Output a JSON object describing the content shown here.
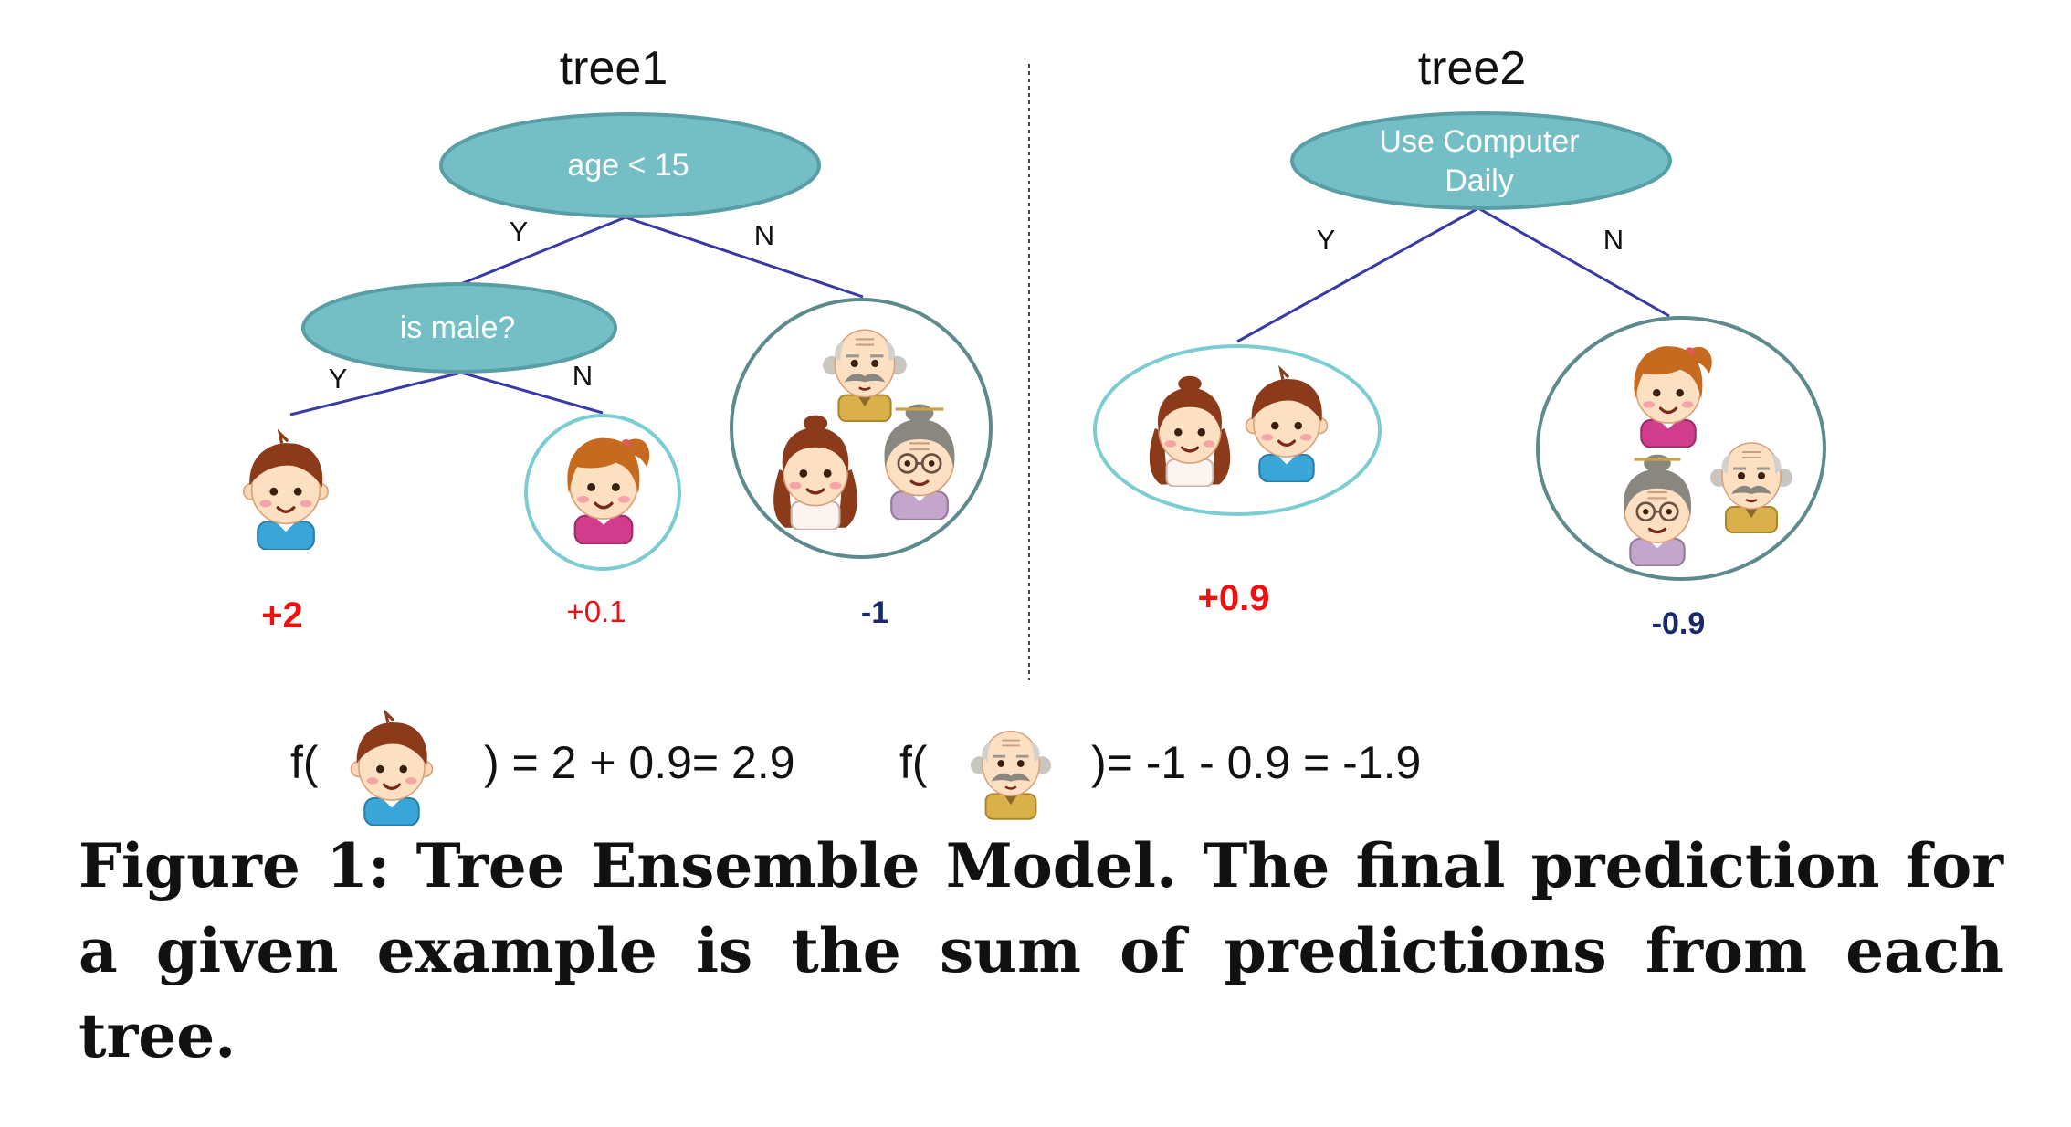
{
  "tree1": {
    "title": "tree1",
    "root": "age < 15",
    "root_yes": "Y",
    "root_no": "N",
    "child": "is male?",
    "child_yes": "Y",
    "child_no": "N",
    "leaves": [
      "+2",
      "+0.1",
      "-1"
    ]
  },
  "tree2": {
    "title": "tree2",
    "root_line1": "Use Computer",
    "root_line2": "Daily",
    "root_yes": "Y",
    "root_no": "N",
    "leaves": [
      "+0.9",
      "-0.9"
    ]
  },
  "formulas": {
    "boy_prefix": "f(",
    "boy_result": ") = 2 + 0.9= 2.9",
    "grandpa_prefix": "f(",
    "grandpa_result": ")= -1 - 0.9 = -1.9"
  },
  "caption": "Figure 1: Tree Ensemble Model. The final prediction for a given example is the sum of predictions from each tree.",
  "colors": {
    "node_fill": "#74bfc6",
    "node_stroke": "#5a9ea5",
    "edge": "#3a3aa6",
    "circle_stroke_light": "#7ccdd3",
    "circle_stroke_dark": "#5e8a8d",
    "positive": "#ee1111",
    "negative": "#1a2a6c"
  },
  "icons": [
    "boy-icon",
    "girl-icon",
    "grandpa-icon",
    "grandma-icon",
    "woman-icon"
  ]
}
